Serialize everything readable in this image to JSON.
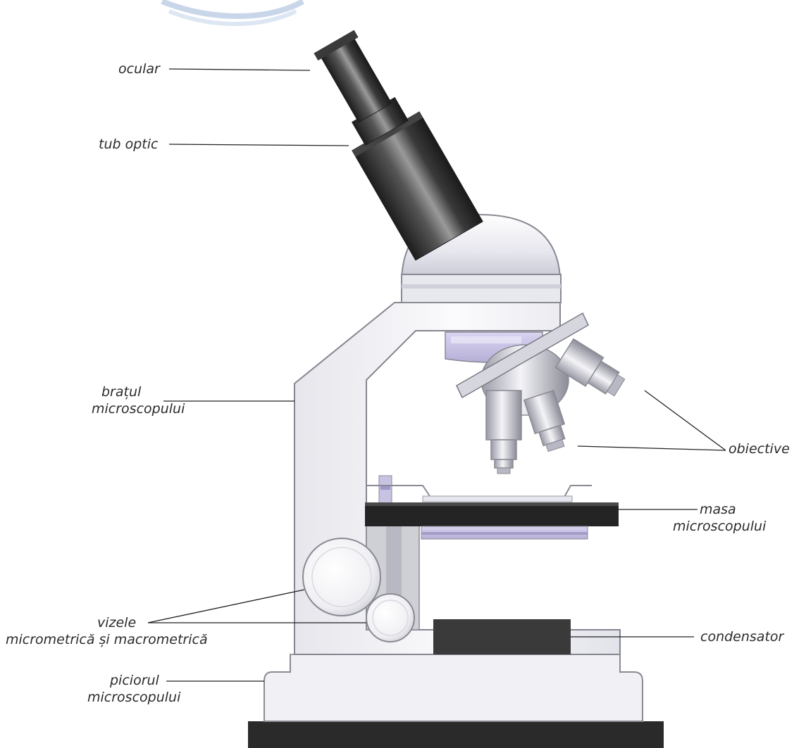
{
  "labels": {
    "ocular": "ocular",
    "tub_optic": "tub optic",
    "bratul": [
      "brațul",
      "microscopului"
    ],
    "obiective": "obiective",
    "masa": [
      "masa",
      "microscopului"
    ],
    "vizele": [
      "vizele",
      "micrometrică și macrometrică"
    ],
    "condensator": "condensator",
    "piciorul": [
      "piciorul",
      "microscopului"
    ]
  },
  "colors": {
    "dark_metal": "#2c2c2c",
    "body_white": "#f3f3f6",
    "outline": "#777780",
    "lavender": "#cbc6e6",
    "watermark": "#c9d6ea"
  }
}
